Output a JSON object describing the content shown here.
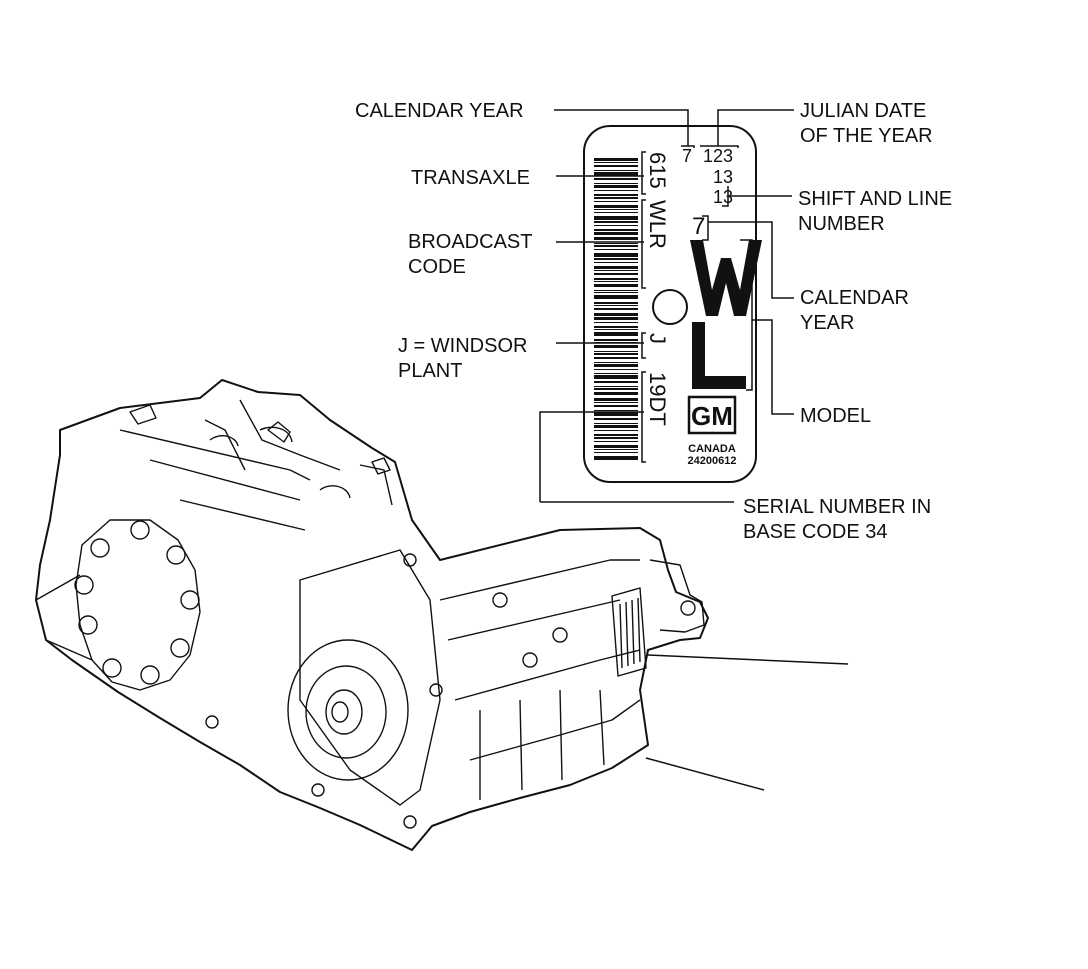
{
  "labels": {
    "calendar_year_top": "CALENDAR YEAR",
    "transaxle": "TRANSAXLE",
    "broadcast_code": [
      "BROADCAST",
      "CODE"
    ],
    "windsor_plant": [
      "J = WINDSOR",
      "PLANT"
    ],
    "julian_date": [
      "JULIAN DATE",
      "OF THE YEAR"
    ],
    "shift_line": [
      "SHIFT AND LINE",
      "NUMBER"
    ],
    "calendar_year_right": [
      "CALENDAR",
      "YEAR"
    ],
    "model": "MODEL",
    "serial_number": [
      "SERIAL NUMBER IN",
      "BASE CODE 34"
    ]
  },
  "tag": {
    "year_digit": "7",
    "julian_value": "123",
    "shift_value": "13",
    "line_value": "13",
    "calendar_digit": "7",
    "model_letters": "WL",
    "transaxle_code": "615",
    "broadcast_code": "WLR",
    "plant_code": "J",
    "serial_code": "19DT",
    "brand_logo": "GM",
    "country": "CANADA",
    "part_number": "24200612"
  }
}
